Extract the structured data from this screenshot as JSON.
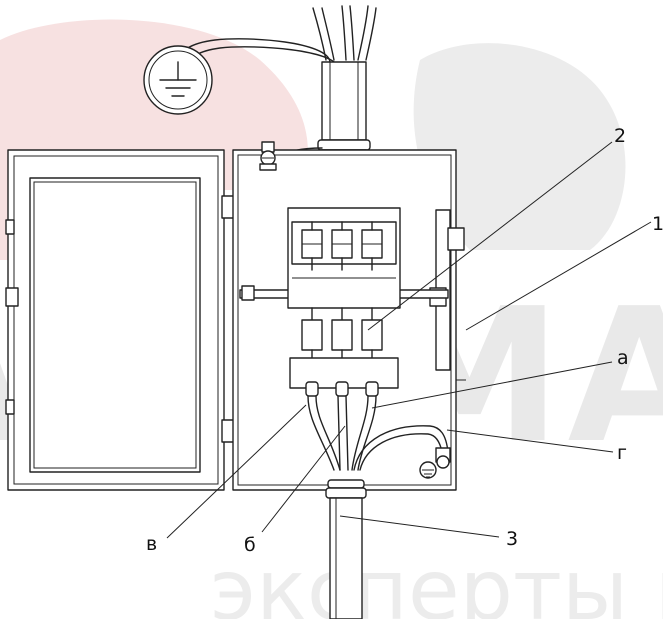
{
  "watermark": {
    "brand_text": "VARMA",
    "tagline_text": "эксперты в сварке",
    "colors": {
      "red": "#f6dede",
      "grey": "#e2e2e2"
    }
  },
  "callouts": {
    "label_1": "1",
    "label_2": "2",
    "label_3": "3",
    "label_a": "а",
    "label_b": "б",
    "label_v": "в",
    "label_g": "г"
  },
  "icons": {
    "ground_symbol": "ground-icon",
    "ground_terminal": "ground-terminal-icon"
  },
  "colors": {
    "line": "#222222",
    "background": "#ffffff"
  }
}
